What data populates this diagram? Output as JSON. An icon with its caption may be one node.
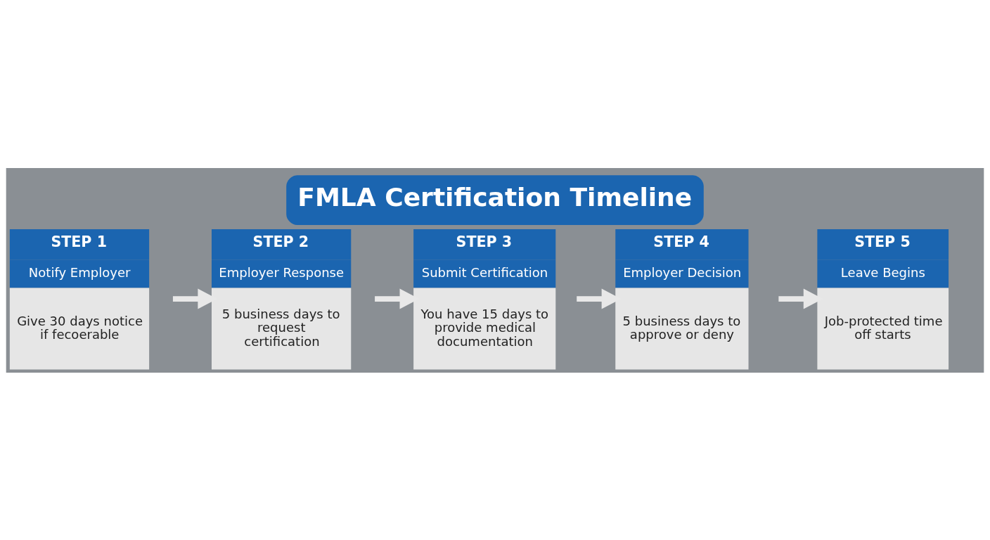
{
  "diagram": {
    "title": "FMLA Certification Timeline",
    "nodes": [
      {
        "text": [
          "STEP 1",
          "Notify Employer",
          "Give 30 days notice if fecoerable"
        ]
      },
      {
        "text": [
          "STEP 2",
          "Employer Response",
          "5 business days to request certification"
        ]
      },
      {
        "text": [
          "STEP 3",
          "Submit Certification",
          "You have 15 days to provide medical documentation"
        ]
      },
      {
        "text": [
          "STEP 4",
          "Employer Decision",
          "5 business days to approve or deny"
        ]
      },
      {
        "text": [
          "STEP 5",
          "Leave Begins",
          "Job-protected time off starts"
        ]
      }
    ],
    "edges": [
      {
        "from": 0,
        "to": 1,
        "arrow": "to"
      },
      {
        "from": 1,
        "to": 2,
        "arrow": "to"
      },
      {
        "from": 2,
        "to": 3,
        "arrow": "to"
      },
      {
        "from": 3,
        "to": 4,
        "arrow": "to"
      }
    ]
  }
}
